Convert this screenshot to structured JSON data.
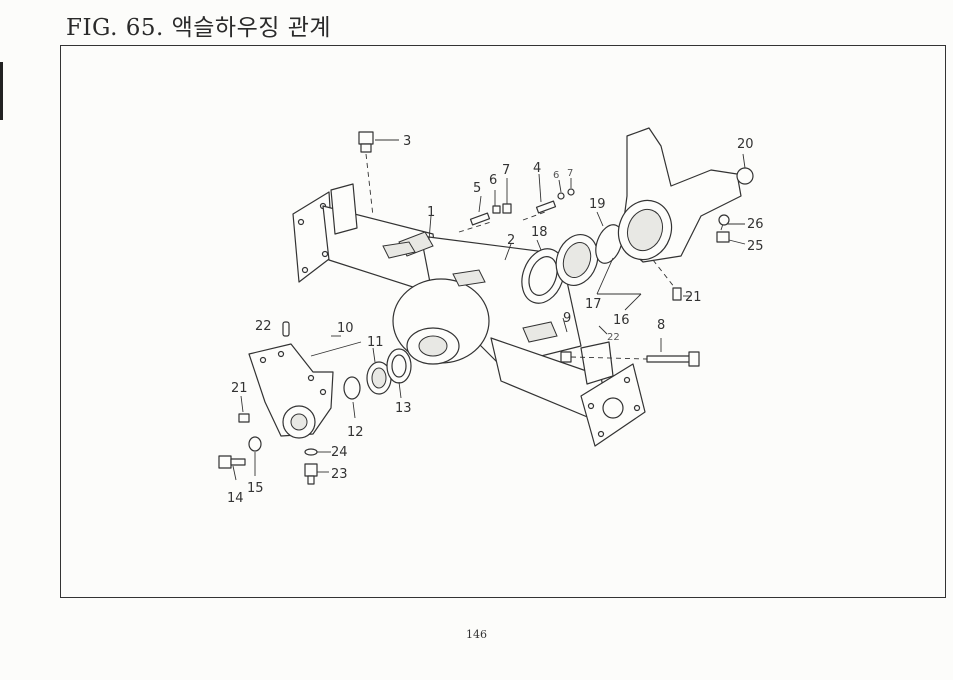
{
  "figure": {
    "title": "FIG. 65. 액슬하우징 관계"
  },
  "page": {
    "number": "146"
  },
  "callouts": [
    {
      "label": "1"
    },
    {
      "label": "2"
    },
    {
      "label": "3"
    },
    {
      "label": "4"
    },
    {
      "label": "5"
    },
    {
      "label": "6"
    },
    {
      "label": "7"
    },
    {
      "label": "6"
    },
    {
      "label": "7"
    },
    {
      "label": "8"
    },
    {
      "label": "9"
    },
    {
      "label": "10"
    },
    {
      "label": "11"
    },
    {
      "label": "12"
    },
    {
      "label": "13"
    },
    {
      "label": "14"
    },
    {
      "label": "15"
    },
    {
      "label": "16"
    },
    {
      "label": "17"
    },
    {
      "label": "18"
    },
    {
      "label": "19"
    },
    {
      "label": "20"
    },
    {
      "label": "21"
    },
    {
      "label": "21"
    },
    {
      "label": "22"
    },
    {
      "label": "22"
    },
    {
      "label": "23"
    },
    {
      "label": "24"
    },
    {
      "label": "25"
    },
    {
      "label": "26"
    }
  ]
}
